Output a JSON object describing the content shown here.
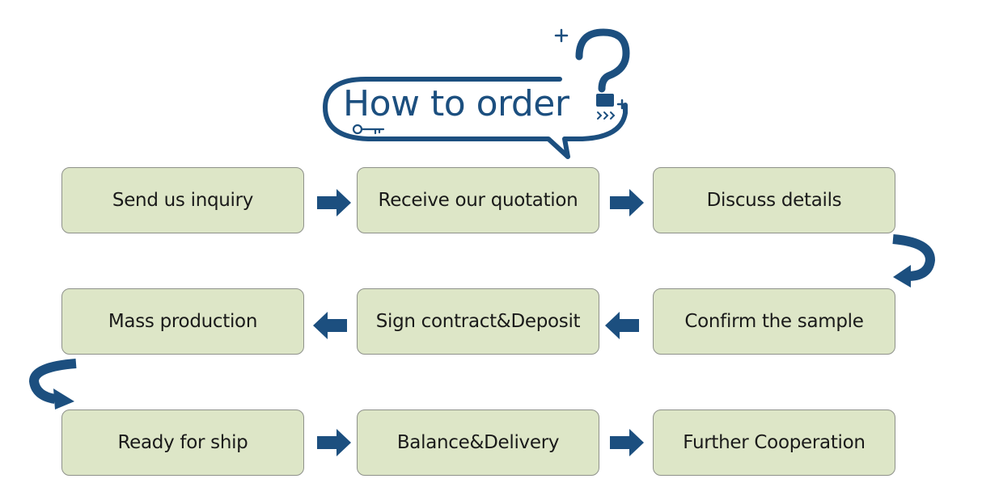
{
  "title": "How to order",
  "colors": {
    "accent": "#1c4f7f",
    "box_fill": "#dde6c7",
    "box_border": "#8e918a",
    "text": "#1a1a1a"
  },
  "steps": [
    {
      "label": "Send us inquiry"
    },
    {
      "label": "Receive our quotation"
    },
    {
      "label": "Discuss details"
    },
    {
      "label": "Confirm the sample"
    },
    {
      "label": "Sign contract&Deposit"
    },
    {
      "label": "Mass production"
    },
    {
      "label": "Ready for ship"
    },
    {
      "label": "Balance&Delivery"
    },
    {
      "label": "Further Cooperation"
    }
  ],
  "icons": [
    "question-mark-icon",
    "key-icon",
    "plus-icon",
    "arrow-right-icon",
    "arrow-left-icon",
    "curved-arrow-icon"
  ]
}
